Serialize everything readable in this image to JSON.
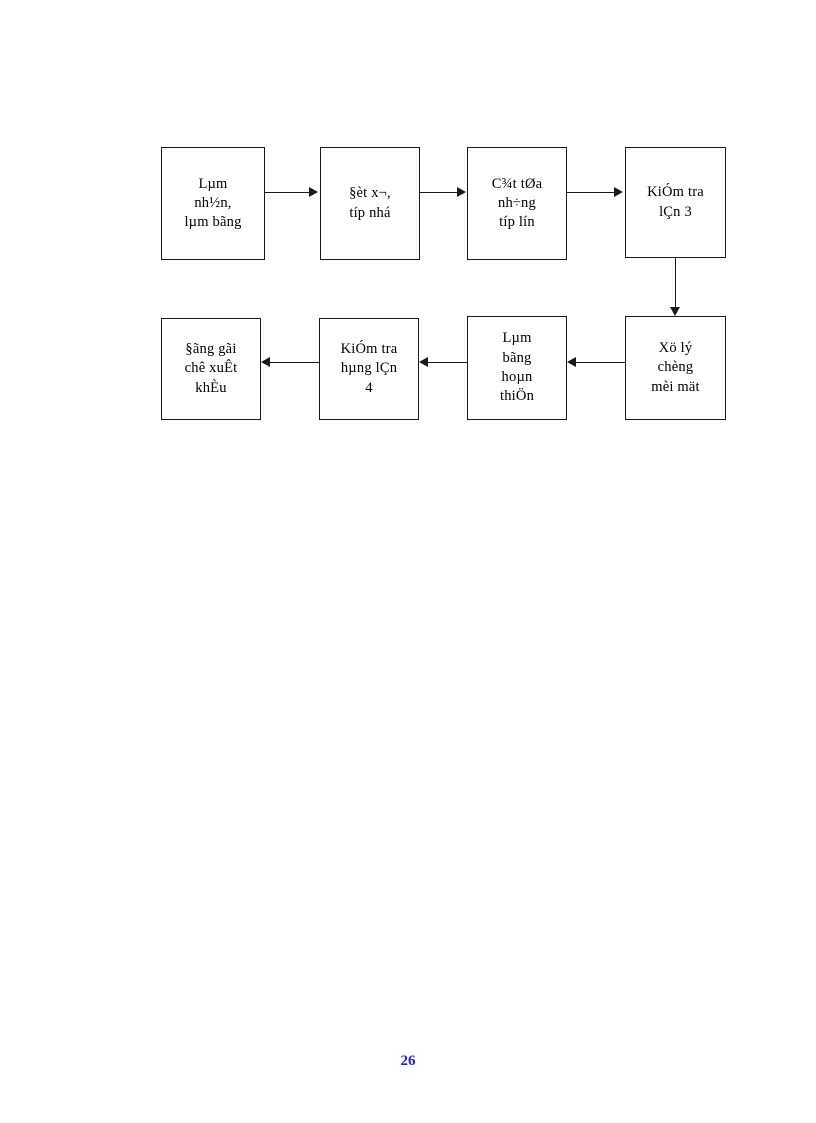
{
  "document": {
    "page_number": "26",
    "page_number_color": "#2222dd",
    "background_color": "#ffffff",
    "text_color": "#000000"
  },
  "flowchart": {
    "type": "process-flow",
    "node_border_color": "#1a1a1a",
    "nodes": [
      {
        "id": "node-1",
        "label": "Lµm\nnh½n,\nlµm bãng"
      },
      {
        "id": "node-2",
        "label": "§èt x¬,\ntíp nhá"
      },
      {
        "id": "node-3",
        "label": "C¾t tØa\nnh÷ng\ntíp lín"
      },
      {
        "id": "node-4",
        "label": "KiÓm tra\nlÇn 3"
      },
      {
        "id": "node-5",
        "label": "Xö lý\nchèng\nmèi mät"
      },
      {
        "id": "node-6",
        "label": "Lµm\nbãng\nhoµn\nthiÖn"
      },
      {
        "id": "node-7",
        "label": "KiÓm tra\nhµng lÇn\n4"
      },
      {
        "id": "node-8",
        "label": "§ãng gãi\nchê xuÊt\nkhÈu"
      }
    ],
    "connectors": [
      {
        "id": "conn-1-2",
        "from": "node-1",
        "to": "node-2",
        "direction": "right"
      },
      {
        "id": "conn-2-3",
        "from": "node-2",
        "to": "node-3",
        "direction": "right"
      },
      {
        "id": "conn-3-4",
        "from": "node-3",
        "to": "node-4",
        "direction": "right"
      },
      {
        "id": "conn-4-5",
        "from": "node-4",
        "to": "node-5",
        "direction": "down"
      },
      {
        "id": "conn-5-6",
        "from": "node-5",
        "to": "node-6",
        "direction": "left"
      },
      {
        "id": "conn-6-7",
        "from": "node-6",
        "to": "node-7",
        "direction": "left"
      },
      {
        "id": "conn-7-8",
        "from": "node-7",
        "to": "node-8",
        "direction": "left"
      }
    ]
  }
}
